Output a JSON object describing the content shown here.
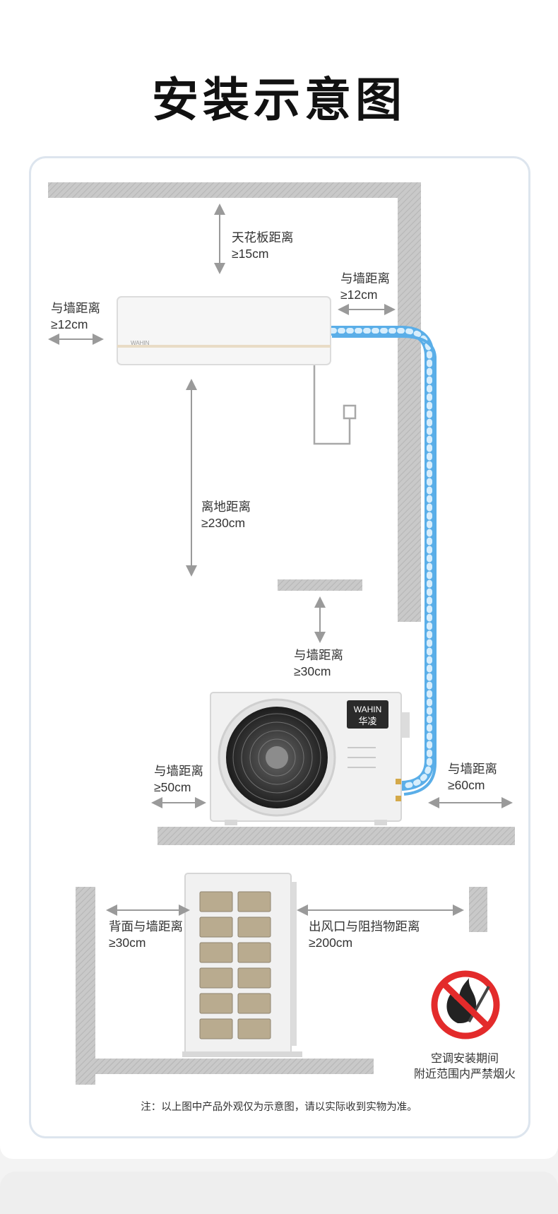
{
  "title": "安装示意图",
  "labels": {
    "ceiling": [
      "天花板距离",
      "≥15cm"
    ],
    "indoor_left": [
      "与墙距离",
      "≥12cm"
    ],
    "indoor_right": [
      "与墙距离",
      "≥12cm"
    ],
    "floor": [
      "离地距离",
      "≥230cm"
    ],
    "outdoor_top": [
      "与墙距离",
      "≥30cm"
    ],
    "outdoor_left": [
      "与墙距离",
      "≥50cm"
    ],
    "outdoor_right": [
      "与墙距离",
      "≥60cm"
    ],
    "side_back": [
      "背面与墙距离",
      "≥30cm"
    ],
    "side_outlet": [
      "出风口与阻挡物距离",
      "≥200cm"
    ]
  },
  "brand": {
    "latin": "WAHIN",
    "chinese": "华凌",
    "small": "WAHIN"
  },
  "warning": [
    "空调安装期间",
    "附近范围内严禁烟火"
  ],
  "note": "注：以上图中产品外观仅为示意图，请以实际收到实物为准。",
  "colors": {
    "wall": "#c9c9c9",
    "pipe": "#5aaee8",
    "arrow": "#9a9a9a",
    "forbid": "#e32b2b"
  },
  "icons": {
    "warning": "no-fire-icon"
  }
}
